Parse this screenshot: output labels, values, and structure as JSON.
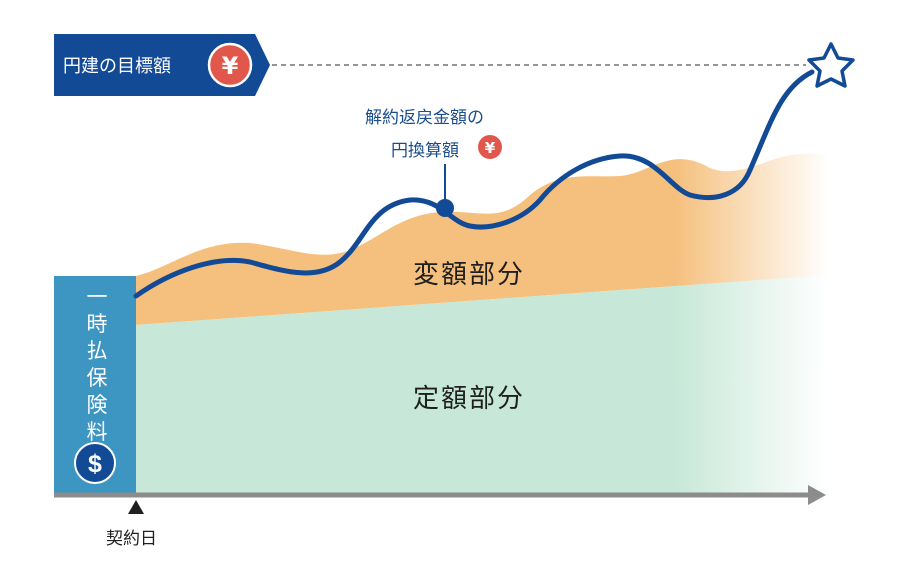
{
  "target": {
    "label": "円建の目標額"
  },
  "value": {
    "label_line1": "解約返戻金額の",
    "label_line2": "円換算額"
  },
  "variable": {
    "label": "変額部分"
  },
  "fixed": {
    "label": "定額部分"
  },
  "premium": {
    "label": "一時払保険料"
  },
  "contract": {
    "label": "契約日"
  },
  "icons": {
    "yen": "yen-coin-icon",
    "dollar": "dollar-coin-icon",
    "star": "star-icon"
  },
  "colors": {
    "navy": "#124a96",
    "variable_fill": "#f5c07e",
    "fixed_fill": "#c7e8d8",
    "premium_box": "#3d95c2",
    "yen_red": "#e2574c",
    "axis": "#8c8c8c"
  }
}
